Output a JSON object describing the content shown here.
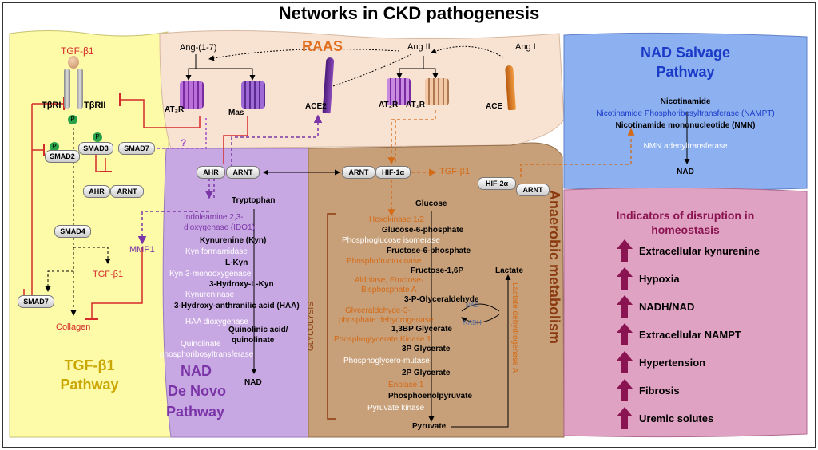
{
  "title": "Networks in CKD pathogenesis",
  "colors": {
    "tgf_panel": "#fefba8",
    "raas_panel": "#f8e2d2",
    "nad_salvage_panel": "#8db0f0",
    "denovo_panel": "#c8a8e2",
    "anaerobic_panel": "#c7a07a",
    "indicators_panel": "#e0a2c2",
    "maroon": "#8a1452",
    "orange": "#d46a16",
    "purple": "#7b35a8",
    "red": "#d42a2a"
  },
  "tgf": {
    "ligand": "TGF-β1",
    "tbri": "TβRI",
    "tbrii": "TβRII",
    "p": "P",
    "smad3": "SMAD3",
    "smad2": "SMAD2",
    "smad7_top": "SMAD7",
    "ahr": "AHR",
    "arnt": "ARNT",
    "smad4": "SMAD4",
    "smad7_bottom": "SMAD7",
    "tgfb1_mid": "TGF-β1",
    "collagen": "Collagen",
    "mmp1": "MMP1",
    "question": "?",
    "panel_title_line1": "TGF-β1",
    "panel_title_line2": "Pathway"
  },
  "raas": {
    "title": "RAAS",
    "ang17": "Ang-(1-7)",
    "ang2": "Ang II",
    "ang1": "Ang I",
    "at2r_left": "AT₂R",
    "mas": "Mas",
    "ace2": "ACE2",
    "at2r_right": "AT₂R",
    "at1r": "AT₁R",
    "ace": "ACE"
  },
  "salvage": {
    "title_line1": "NAD Salvage",
    "title_line2": "Pathway",
    "nicotinamide": "Nicotinamide",
    "namp": "Nicotinamide Phosphoribosyltransferase (NAMPT)",
    "nmn": "Nicotinamide mononucleotide (NMN)",
    "nmnat": "NMN adenyltransferase",
    "nad": "NAD"
  },
  "denovo": {
    "ahr": "AHR",
    "arnt": "ARNT",
    "tryptophan": "Tryptophan",
    "ido1_line1": "Indoleamine 2,3-",
    "ido1_line2": "dioxygenase (IDO1)",
    "kyn": "Kynurenine (Kyn)",
    "kyn_formamidase": "Kyn formamidase",
    "lkyn": "L-Kyn",
    "kyn3mono": "Kyn 3-monooxygenase",
    "hydroxy_lkyn": "3-Hydroxy-L-Kyn",
    "kynureninase": "Kynureninase",
    "haa": "3-Hydroxy-anthranilic acid (HAA)",
    "haa_dioxygenase": "HAA dioxygenase",
    "quinolinic_line1": "Quinolinic acid/",
    "quinolinic_line2": "quinolinate",
    "qprt_line1": "Quinolinate",
    "qprt_line2": "phosphoribosyltransferase",
    "nad": "NAD",
    "title_line1": "NAD",
    "title_line2": "De Novo",
    "title_line3": "Pathway"
  },
  "anaerobic": {
    "arnt": "ARNT",
    "hif1a": "HIF-1α",
    "tgfb1": "TGF-β1",
    "hif2a": "HIF-2α",
    "arnt2": "ARNT",
    "glucose": "Glucose",
    "hexokinase": "Hexokinase 1/2",
    "g6p": "Glucose-6-phosphate",
    "pgi": "Phosphoglucose isomerase",
    "f6p": "Fructose-6-phosphate",
    "pfk": "Phosphofructokinase",
    "f16p": "Fructose-1,6P",
    "aldolase_line1": "Aldolase, Fructose-",
    "aldolase_line2": "Bisphosphate A",
    "g3p": "3-P-Glyceraldehyde",
    "gapdh_line1": "Glyceraldehyde-3-",
    "gapdh_line2": "phosphate dehydrogenase",
    "bpg": "1,3BP Glycerate",
    "pgk": "Phosphoglycerate Kinase 1",
    "pg3": "3P Glycerate",
    "pgm": "Phosphoglycero-mutase",
    "pg2": "2P Glycerate",
    "enolase": "Enolase 1",
    "pep": "Phosphoenolpyruvate",
    "pk": "Pyruvate kinase",
    "pyruvate": "Pyruvate",
    "lactate": "Lactate",
    "ldha": "Lactate dehydrogenase A",
    "nad": "NAD",
    "nadh": "NADH",
    "glycolysis": "GLYCOLYSIS",
    "title": "Anaerobic metabolism"
  },
  "indicators": {
    "title_line1": "Indicators of disruption in",
    "title_line2": "homeostasis",
    "items": [
      "Extracellular kynurenine",
      "Hypoxia",
      "NADH/NAD",
      "Extracellular NAMPT",
      "Hypertension",
      "Fibrosis",
      "Uremic solutes"
    ]
  }
}
